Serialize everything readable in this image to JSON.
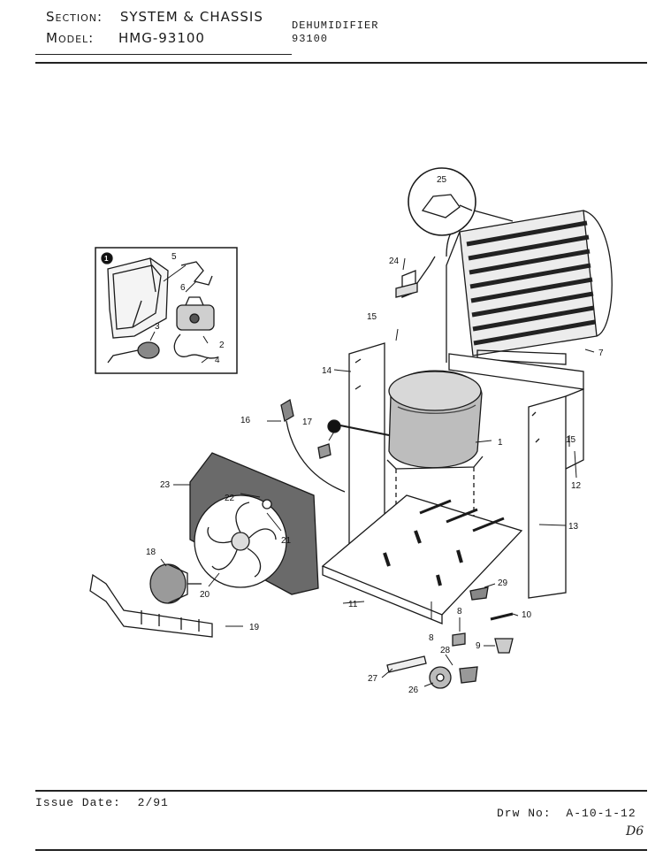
{
  "header": {
    "section_label": "Section:",
    "section_value": "SYSTEM & CHASSIS",
    "model_label": "Model:",
    "model_value": "HMG-93100",
    "product_name": "DEHUMIDIFIER",
    "product_number": "93100"
  },
  "callouts": [
    "1",
    "2",
    "3",
    "4",
    "5",
    "6",
    "7",
    "8",
    "8",
    "9",
    "10",
    "11",
    "12",
    "13",
    "14",
    "15",
    "15",
    "16",
    "17",
    "18",
    "19",
    "20",
    "21",
    "22",
    "23",
    "24",
    "25",
    "26",
    "27",
    "28",
    "29"
  ],
  "inset_marker": "1",
  "footer": {
    "issue_date_label": "Issue Date:",
    "issue_date_value": "2/91",
    "drawing_no_label": "Drw No:",
    "drawing_no_value": "A-10-1-12",
    "handwritten_mark": "D6"
  }
}
